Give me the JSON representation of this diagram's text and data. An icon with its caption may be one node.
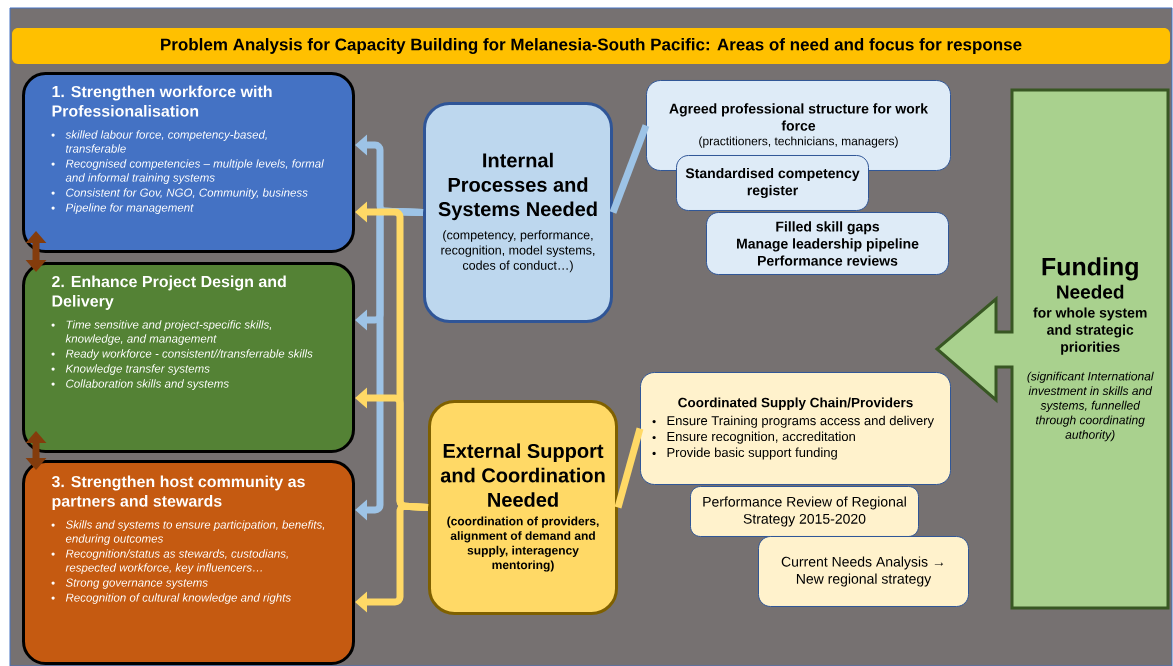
{
  "diagram": {
    "title": "Problem Analysis for Capacity Building for Melanesia-South Pacific: Areas of need and focus for response",
    "nodes": [
      {
        "text": [
          "1. Strengthen workforce with Professionalisation",
          "skilled labour force, competency-based, transferable",
          "Recognised competencies – multiple levels, formal and informal training systems",
          "Consistent for Gov, NGO, Community, business",
          "Pipeline for management"
        ]
      },
      {
        "text": [
          "2. Enhance Project Design and Delivery",
          "Time sensitive and project-specific skills, knowledge, and management",
          "Ready workforce - consistent//transferrable skills",
          "Knowledge transfer systems",
          "Collaboration skills and systems"
        ]
      },
      {
        "text": [
          "3. Strengthen host community as partners and stewards",
          "Skills and systems to ensure participation, benefits, enduring outcomes",
          "Recognition/status as stewards, custodians, respected workforce, key influencers…",
          "Strong governance systems",
          "Recognition of cultural knowledge and rights"
        ]
      },
      {
        "text": [
          "Internal Processes and Systems Needed",
          "(competency, performance, recognition, model systems, codes of conduct…)"
        ]
      },
      {
        "text": [
          "Agreed professional structure for work force",
          "(practitioners, technicians, managers)"
        ]
      },
      {
        "text": [
          "Standardised competency register"
        ]
      },
      {
        "text": [
          "Filled skill gaps",
          "Manage leadership pipeline",
          "Performance reviews"
        ]
      },
      {
        "text": [
          "External Support and Coordination Needed",
          "(coordination of providers, alignment of demand and supply, interagency mentoring)"
        ]
      },
      {
        "text": [
          "Coordinated Supply Chain/Providers",
          "Ensure Training programs access and delivery",
          "Ensure recognition, accreditation",
          "Provide basic support funding"
        ]
      },
      {
        "text": [
          "Performance Review of Regional Strategy 2015-2020"
        ]
      },
      {
        "text": [
          "Current Needs Analysis → New regional strategy"
        ]
      },
      {
        "text": [
          "Funding",
          "Needed",
          "for whole system and strategic priorities",
          "(significant International investment in skills and systems, funnelled through coordinating authority)"
        ]
      }
    ],
    "edges": [
      {
        "from": 3,
        "to": 0,
        "arrow": "to",
        "color": "#9dc3e6"
      },
      {
        "from": 3,
        "to": 1,
        "arrow": "to",
        "color": "#9dc3e6"
      },
      {
        "from": 3,
        "to": 2,
        "arrow": "to",
        "color": "#9dc3e6"
      },
      {
        "from": 7,
        "to": 0,
        "arrow": "to",
        "color": "#ffd966"
      },
      {
        "from": 7,
        "to": 1,
        "arrow": "to",
        "color": "#ffd966"
      },
      {
        "from": 7,
        "to": 2,
        "arrow": "to",
        "color": "#ffd966"
      },
      {
        "from": 0,
        "to": 1,
        "arrow": "both",
        "color": "#843c0c"
      },
      {
        "from": 1,
        "to": 2,
        "arrow": "both",
        "color": "#843c0c"
      },
      {
        "from": 3,
        "to": 4,
        "arrow": "none",
        "color": "#9dc3e6"
      },
      {
        "from": 7,
        "to": 8,
        "arrow": "none",
        "color": "#ffd966"
      }
    ]
  }
}
